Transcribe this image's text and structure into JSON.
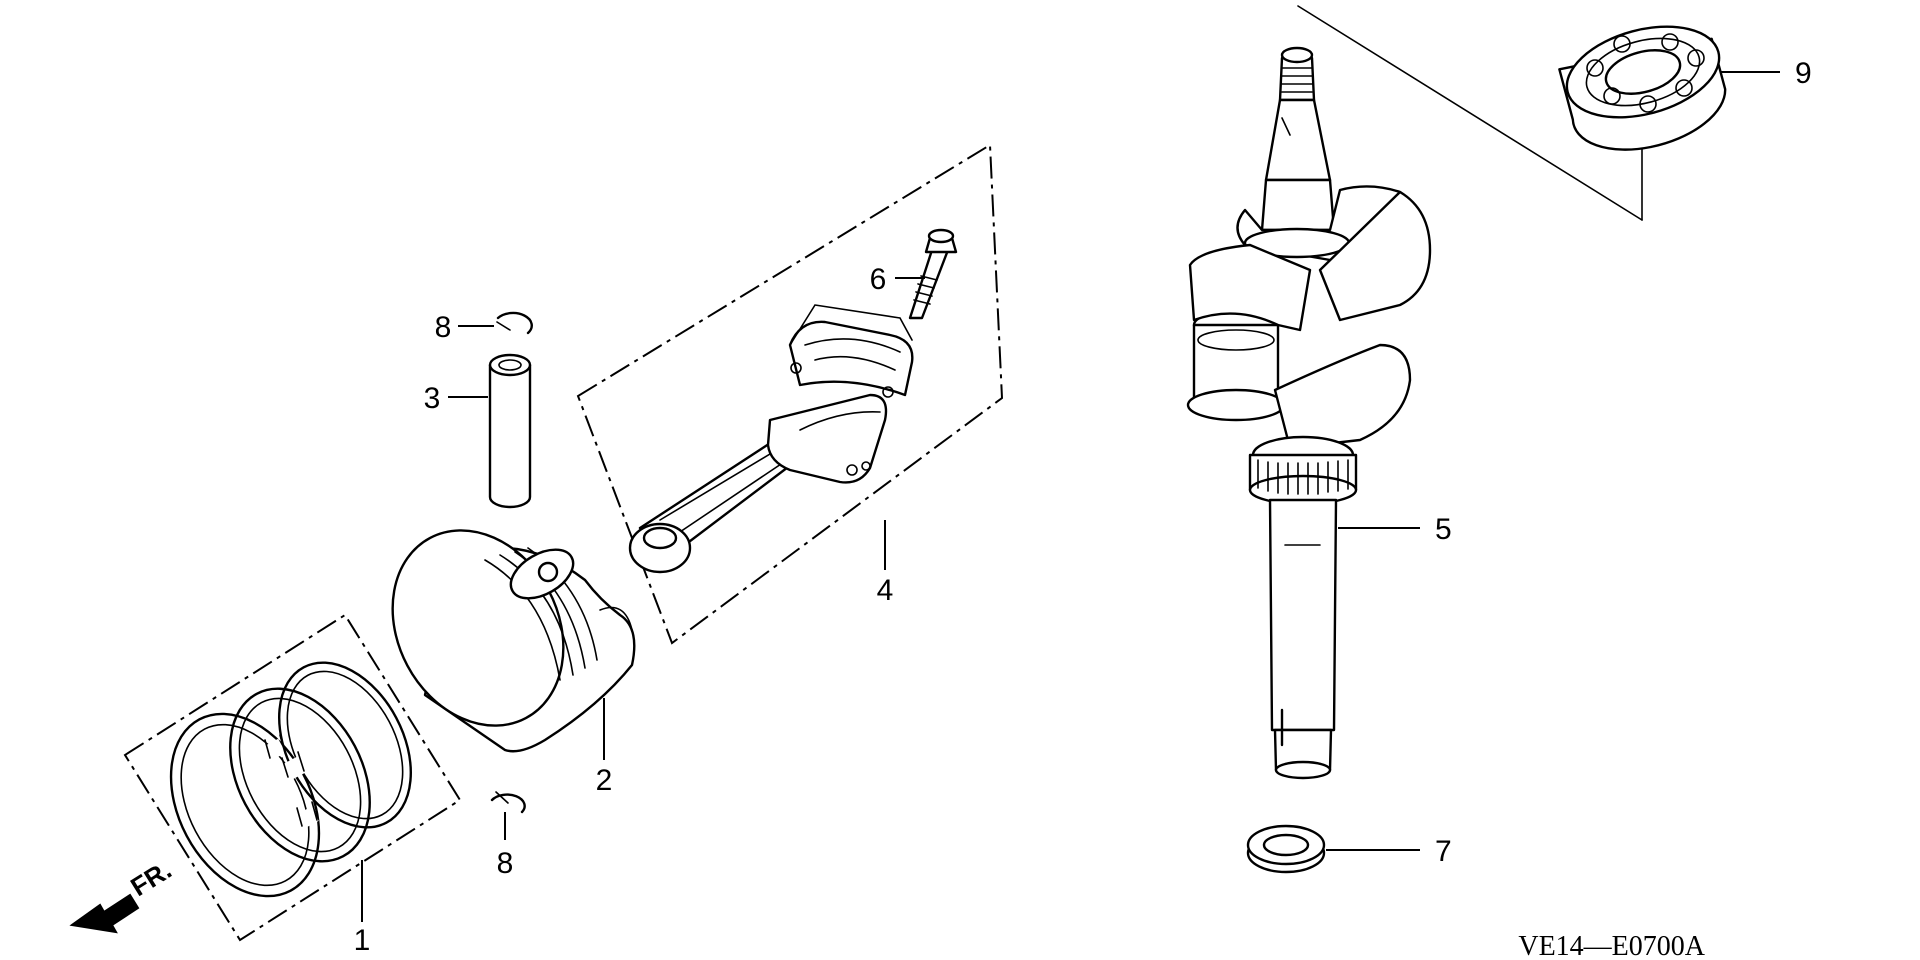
{
  "callouts": {
    "c1": "1",
    "c2": "2",
    "c3": "3",
    "c4": "4",
    "c5": "5",
    "c6": "6",
    "c7": "7",
    "c8a": "8",
    "c8b": "8",
    "c9": "9"
  },
  "front_label": "FR.",
  "drawing_code": "VE14—E0700A"
}
